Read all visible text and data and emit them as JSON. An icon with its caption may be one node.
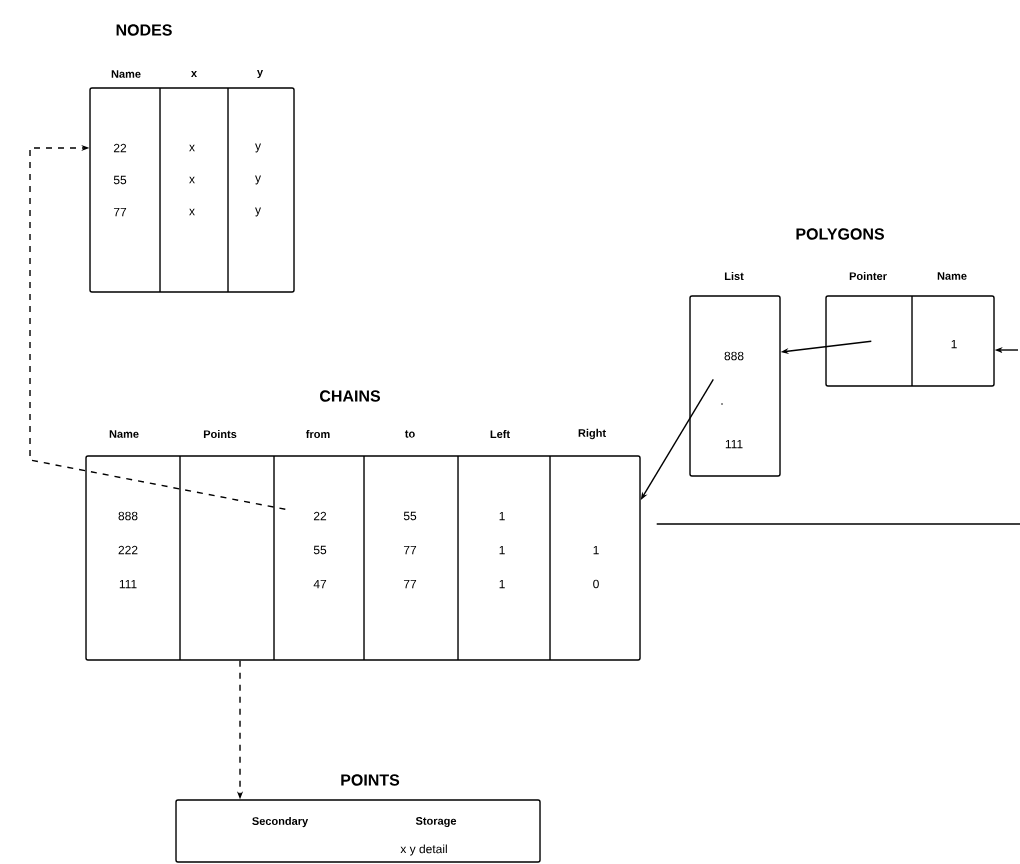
{
  "diagram": {
    "nodes": [
      {
        "text": [
          "NODES",
          "Name",
          "x",
          "y",
          "22",
          "x",
          "y",
          "55",
          "x",
          "y",
          "77",
          "x",
          "y"
        ]
      },
      {
        "text": [
          "List",
          "888",
          ".",
          "111"
        ]
      },
      {
        "text": [
          "Pointer",
          "Name",
          "1"
        ]
      },
      {
        "text": [
          "CHAINS",
          "Name",
          "Points",
          "from",
          "to",
          "Left",
          "Right",
          "888",
          "22",
          "55",
          "1",
          "222",
          "55",
          "77",
          "1",
          "1",
          "111",
          "47",
          "77",
          "1",
          "0"
        ]
      },
      {
        "text": [
          "POINTS",
          "Secondary",
          "Storage",
          "x y detail"
        ]
      }
    ],
    "edges": [
      {
        "from": 3,
        "to": 0,
        "arrow": "to",
        "style": "dashed"
      },
      {
        "from": 2,
        "to": 1,
        "arrow": "to"
      },
      {
        "from": 1,
        "to": 3,
        "arrow": "to"
      },
      {
        "from": null,
        "to": 2,
        "arrow": "to"
      },
      {
        "from": 3,
        "to": null,
        "arrow": "none"
      },
      {
        "from": 3,
        "to": 4,
        "arrow": "to",
        "style": "dashed"
      }
    ],
    "labels": [
      "POLYGONS"
    ]
  }
}
